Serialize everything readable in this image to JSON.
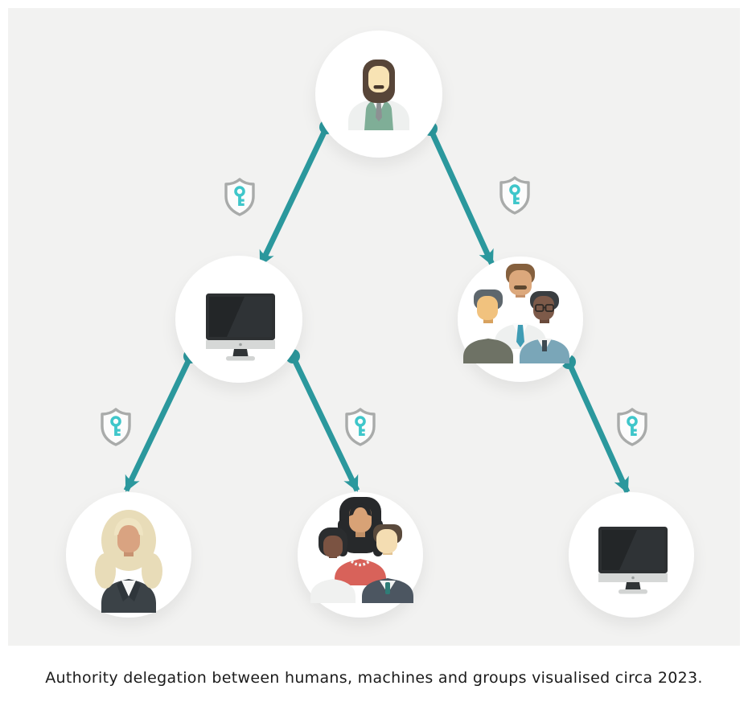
{
  "caption": "Authority delegation between humans, machines and groups visualised circa 2023.",
  "diagram": {
    "description": "Tree of authority delegation",
    "colors": {
      "panel_background": "#f2f2f1",
      "arrow_teal": "#2b989d",
      "key_teal": "#3fc6ca",
      "shield_gray": "#a9abaa",
      "node_fill": "#ffffff"
    },
    "nodes": [
      {
        "id": "root",
        "icon": "bearded-man-avatar",
        "row": 1
      },
      {
        "id": "machine-left",
        "icon": "desktop-computer-icon",
        "row": 2
      },
      {
        "id": "group-right",
        "icon": "three-men-group-avatar",
        "row": 2
      },
      {
        "id": "person-bottom-left",
        "icon": "blonde-woman-avatar",
        "row": 3
      },
      {
        "id": "group-bottom-middle",
        "icon": "mixed-group-avatar",
        "row": 3
      },
      {
        "id": "machine-bottom-right",
        "icon": "desktop-computer-icon",
        "row": 3
      }
    ],
    "edges": [
      {
        "from": "root",
        "to": "machine-left",
        "badge": "key-shield-icon"
      },
      {
        "from": "root",
        "to": "group-right",
        "badge": "key-shield-icon"
      },
      {
        "from": "machine-left",
        "to": "person-bottom-left",
        "badge": "key-shield-icon"
      },
      {
        "from": "machine-left",
        "to": "group-bottom-middle",
        "badge": "key-shield-icon"
      },
      {
        "from": "group-right",
        "to": "machine-bottom-right",
        "badge": "key-shield-icon"
      }
    ]
  }
}
